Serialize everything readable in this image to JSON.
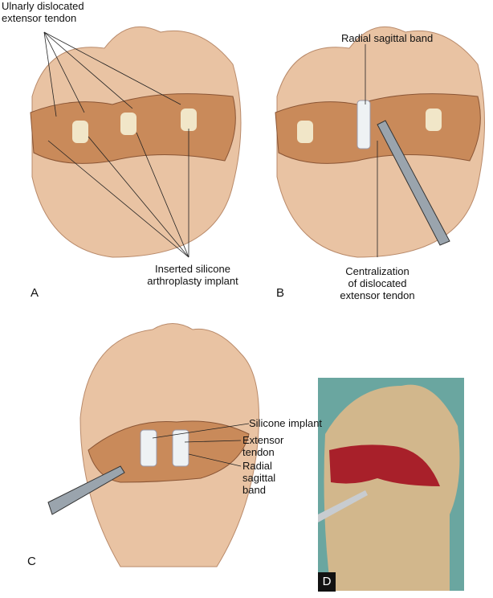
{
  "panels": {
    "a": {
      "letter": "A",
      "label_top": "Ulnarly dislocated\nextensor tendon",
      "label_bottom": "Inserted silicone\narthroplasty implant"
    },
    "b": {
      "letter": "B",
      "label_top": "Radial sagittal band",
      "label_bottom": "Centralization\nof dislocated\nextensor tendon"
    },
    "c": {
      "letter": "C",
      "label_implant": "Silicone implant",
      "label_tendon": "Extensor\ntendon",
      "label_band": "Radial\nsagittal\nband"
    },
    "d": {
      "letter": "D"
    }
  },
  "colors": {
    "skin": "#e9c3a3",
    "wound": "#c98a5a",
    "tissue": "#b8603e",
    "implant": "#f1e6c8",
    "photo_bg": "#6aa6a0",
    "photo_wound": "#a8202a"
  }
}
